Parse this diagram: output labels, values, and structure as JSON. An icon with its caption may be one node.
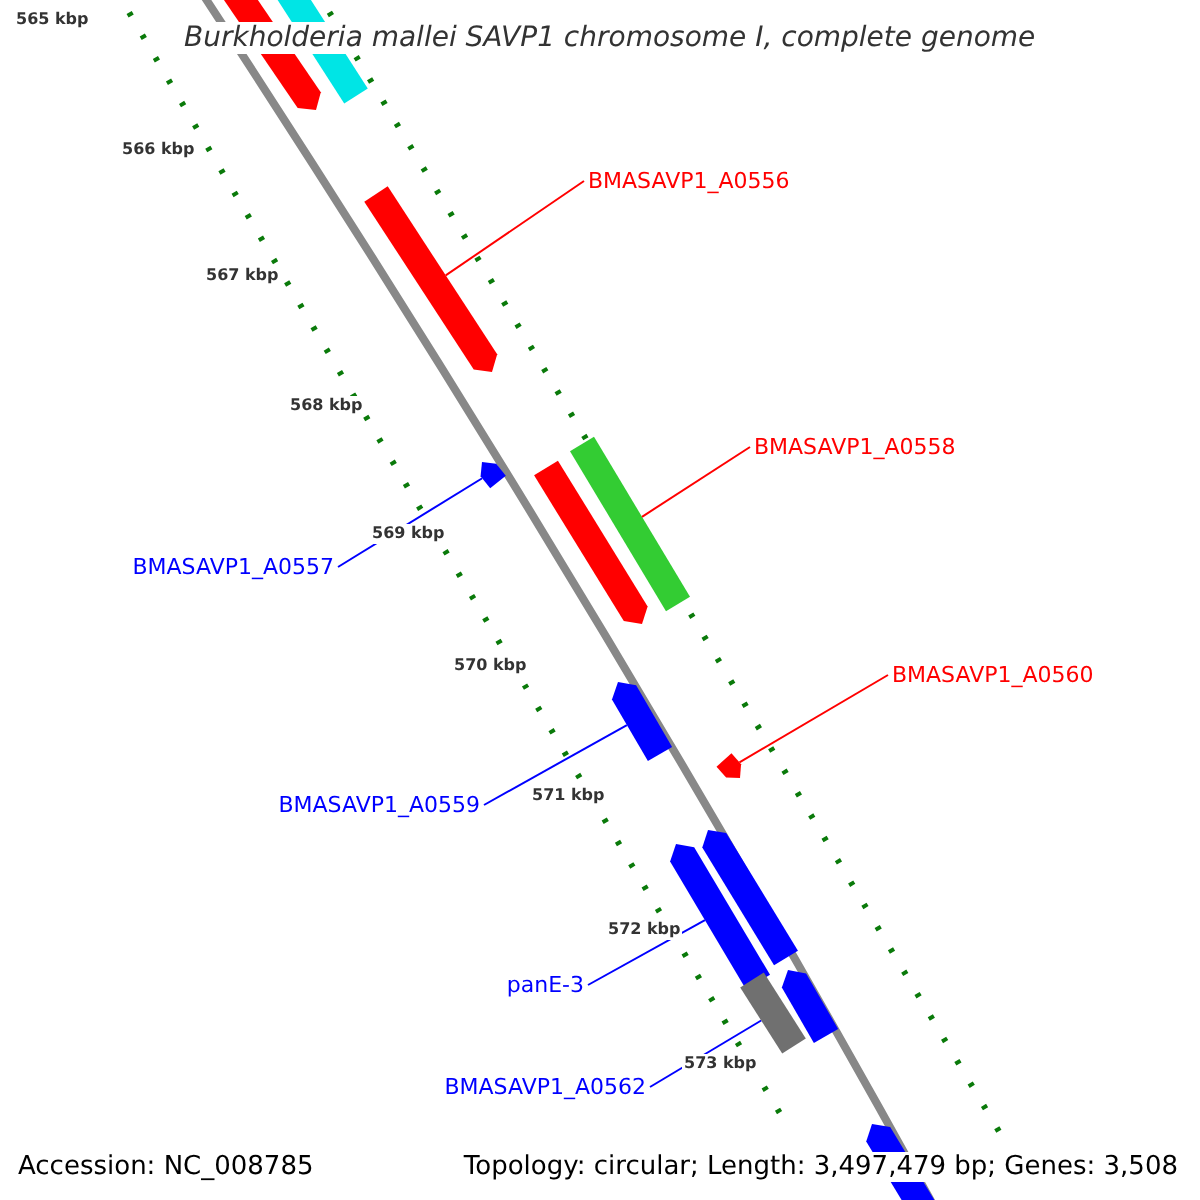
{
  "diagram": {
    "title": "Burkholderia mallei SAVP1 chromosome I, complete genome",
    "nodes": [
      {
        "text": [
          "BMASAVP1_A0556"
        ]
      },
      {
        "text": [
          "BMASAVP1_A0558"
        ]
      },
      {
        "text": [
          "BMASAVP1_A0557"
        ]
      },
      {
        "text": [
          "BMASAVP1_A0560"
        ]
      },
      {
        "text": [
          "BMASAVP1_A0559"
        ]
      },
      {
        "text": [
          "panE-3"
        ]
      },
      {
        "text": [
          "BMASAVP1_A0562"
        ]
      },
      {
        "text": [],
        "shape": "bar"
      },
      {
        "text": [],
        "shape": "bar"
      },
      {
        "text": [],
        "shape": "bar"
      },
      {
        "text": [],
        "shape": "bar"
      },
      {
        "text": [],
        "shape": "bar"
      },
      {
        "text": [],
        "shape": "bar"
      },
      {
        "text": [],
        "shape": "bar"
      },
      {
        "text": [],
        "shape": "bar"
      },
      {
        "text": [],
        "shape": "bar"
      },
      {
        "text": [],
        "shape": "bar"
      },
      {
        "text": [],
        "shape": "bar"
      },
      {
        "text": [],
        "shape": "bar"
      },
      {
        "text": [],
        "shape": "bar"
      }
    ],
    "edges": [
      {
        "from": 0,
        "to": 9,
        "arrow": "none",
        "color": "#ff0000"
      },
      {
        "from": 1,
        "to": 12,
        "arrow": "none",
        "color": "#ff0000"
      },
      {
        "from": 2,
        "to": 10,
        "arrow": "none"
      },
      {
        "from": 3,
        "to": 14,
        "arrow": "none",
        "color": "#ff0000"
      },
      {
        "from": 4,
        "to": 13,
        "arrow": "none"
      },
      {
        "from": 5,
        "to": 15,
        "arrow": "none"
      },
      {
        "from": 6,
        "to": 17,
        "arrow": "none"
      }
    ],
    "labels": [
      "565 kbp",
      "566 kbp",
      "567 kbp",
      "568 kbp",
      "569 kbp",
      "570 kbp",
      "571 kbp",
      "572 kbp",
      "573 kbp",
      "Accession: NC_008785",
      "Topology: circular; Length: 3,497,479 bp; Genes: 3,508"
    ]
  }
}
